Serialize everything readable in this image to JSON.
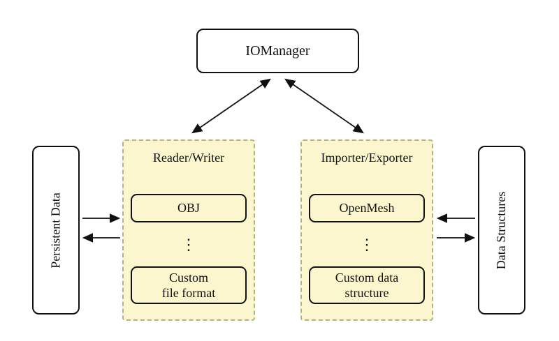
{
  "title_box": {
    "label": "IOManager"
  },
  "groups": {
    "reader_writer": {
      "title": "Reader/Writer",
      "item_top": "OBJ",
      "dots": "⋮",
      "item_bottom_line1": "Custom",
      "item_bottom_line2": "file format"
    },
    "importer_exporter": {
      "title": "Importer/Exporter",
      "item_top": "OpenMesh",
      "dots": "⋮",
      "item_bottom_line1": "Custom data",
      "item_bottom_line2": "structure"
    }
  },
  "sides": {
    "left": {
      "label": "Persistent Data"
    },
    "right": {
      "label": "Data Structures"
    }
  },
  "colors": {
    "group_fill": "#fbf6ce",
    "group_border": "#b4b08a",
    "node_border": "#111111",
    "arrow_color": "#111111",
    "background": "#ffffff"
  }
}
